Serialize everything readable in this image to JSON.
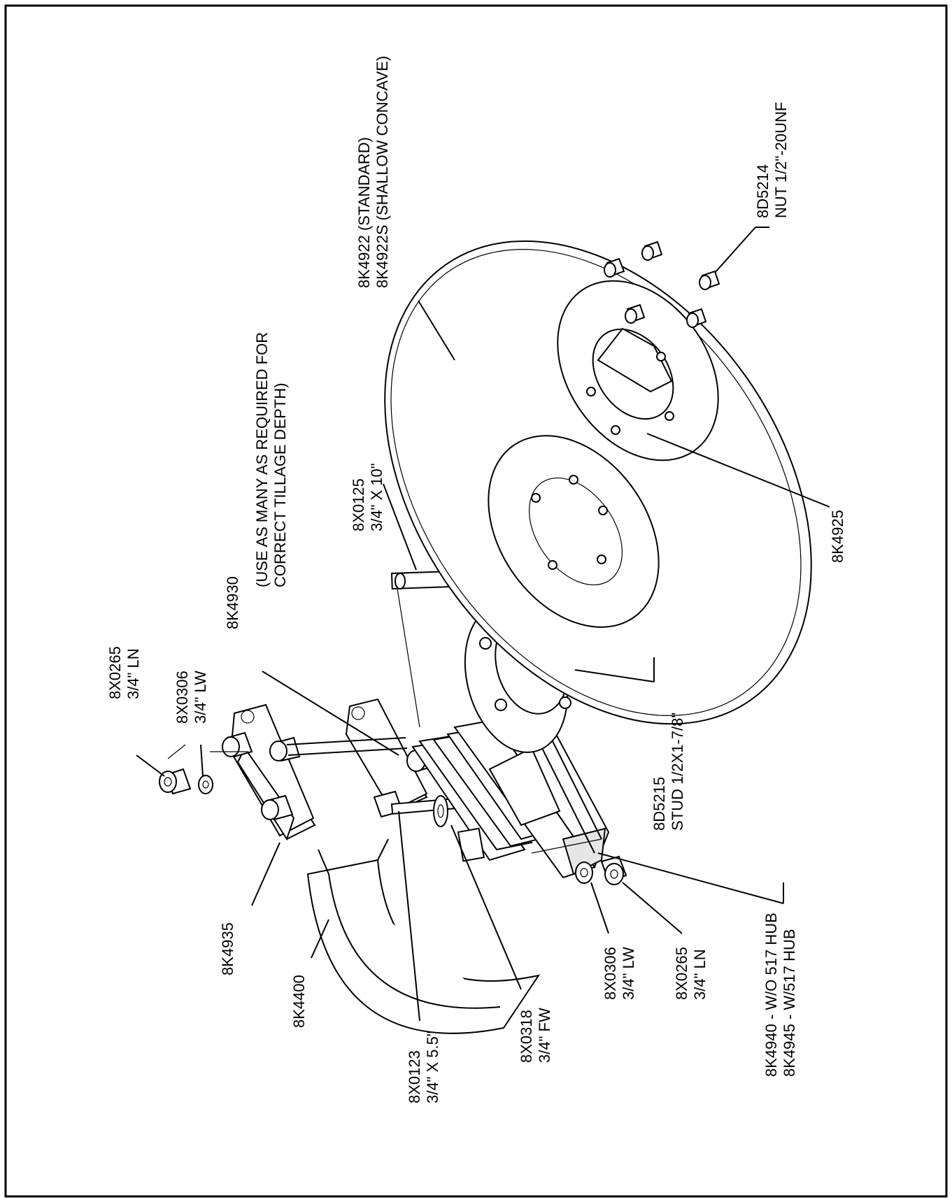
{
  "callouts": {
    "p8x0265_top": [
      "8X0265",
      "3/4\" LN"
    ],
    "p8x0306_top": [
      "8X0306",
      "3/4\" LW"
    ],
    "p8k4930": [
      "8K4930"
    ],
    "note": [
      "(USE AS MANY AS REQUIRED FOR",
      "CORRECT TILLAGE DEPTH)"
    ],
    "p8x0125": [
      "8X0125",
      "3/4\" X 10\""
    ],
    "p8k4922": [
      "8K4922  (STANDARD)",
      "8K4922S  (SHALLOW CONCAVE)"
    ],
    "p8d5214": [
      "8D5214",
      "NUT 1/2\"-20UNF"
    ],
    "p8k4925": [
      "8K4925"
    ],
    "p8d5215": [
      "8D5215",
      "STUD 1/2X1-7/8\""
    ],
    "p8k4940": [
      "8K4940 - W/O 517 HUB",
      "8K4945 - W/517 HUB"
    ],
    "p8x0265_bot": [
      "8X0265",
      "3/4\" LN"
    ],
    "p8x0306_bot": [
      "8X0306",
      "3/4\" LW"
    ],
    "p8x0318": [
      "8X0318",
      "3/4\" FW"
    ],
    "p8x0123": [
      "8X0123",
      "3/4\" X 5.5\""
    ],
    "p8k4400": [
      "8K4400"
    ],
    "p8k4935": [
      "8K4935"
    ]
  }
}
